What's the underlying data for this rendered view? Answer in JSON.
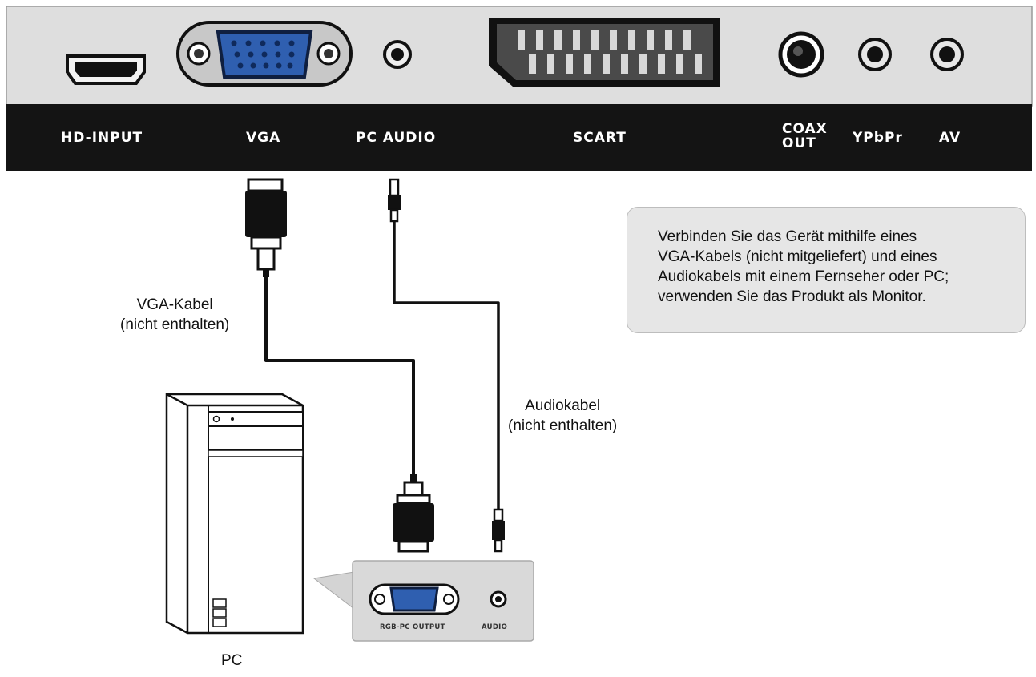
{
  "panel": {
    "labels": {
      "hd_input": "HD-INPUT",
      "vga": "VGA",
      "pc_audio": "PC AUDIO",
      "scart": "SCART",
      "coax_line1": "COAX",
      "coax_line2": "OUT",
      "ypbpr": "YPbPr",
      "av": "AV"
    },
    "colors": {
      "panel_gray": "#dedede",
      "label_bar": "#141414",
      "vga_blue": "#2f5fb0"
    }
  },
  "cables": {
    "vga_caption_line1": "VGA-Kabel",
    "vga_caption_line2": "(nicht enthalten)",
    "audio_caption_line1": "Audiokabel",
    "audio_caption_line2": "(nicht enthalten)"
  },
  "info": {
    "lines": [
      "Verbinden Sie das Gerät mithilfe eines",
      "VGA-Kabels (nicht mitgeliefert) und eines",
      "Audiokabels mit einem Fernseher oder PC;",
      "verwenden Sie das Produkt als Monitor."
    ]
  },
  "pc": {
    "label": "PC",
    "port_labels": {
      "rgb_output": "RGB-PC OUTPUT",
      "audio": "AUDIO"
    }
  }
}
